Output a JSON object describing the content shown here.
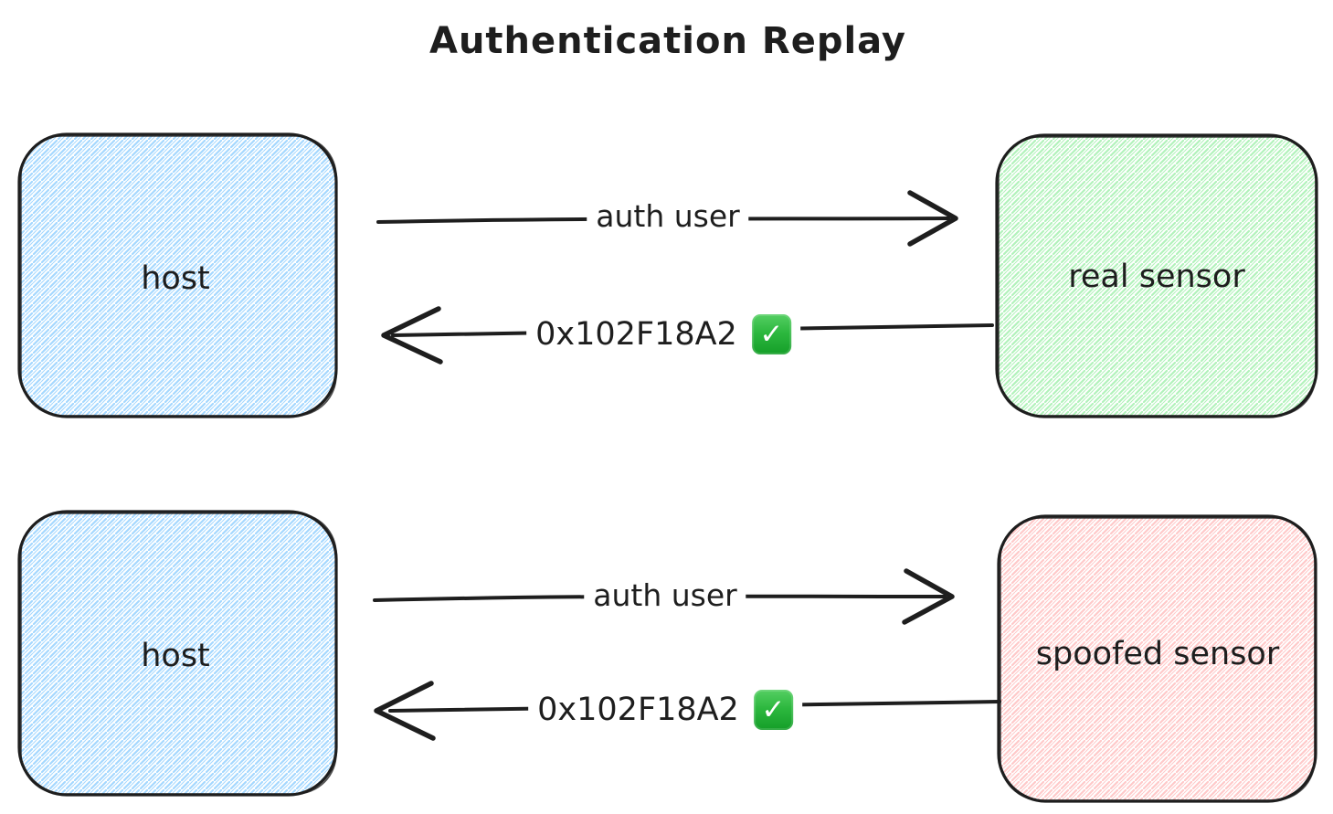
{
  "diagram": {
    "title": "Authentication Replay",
    "check_glyph": "✓",
    "colors": {
      "stroke": "#1e1e1e",
      "host_fill": "#a5d8ff",
      "real_sensor_fill": "#b2f2bb",
      "spoofed_sensor_fill": "#ffc9c9",
      "check_green": "#23b332"
    },
    "rows": [
      {
        "host_label": "host",
        "sensor_label": "real sensor",
        "request_label": "auth user",
        "response_label": "0x102F18A2",
        "response_status_icon": "check-mark-button"
      },
      {
        "host_label": "host",
        "sensor_label": "spoofed sensor",
        "request_label": "auth user",
        "response_label": "0x102F18A2",
        "response_status_icon": "check-mark-button"
      }
    ]
  }
}
